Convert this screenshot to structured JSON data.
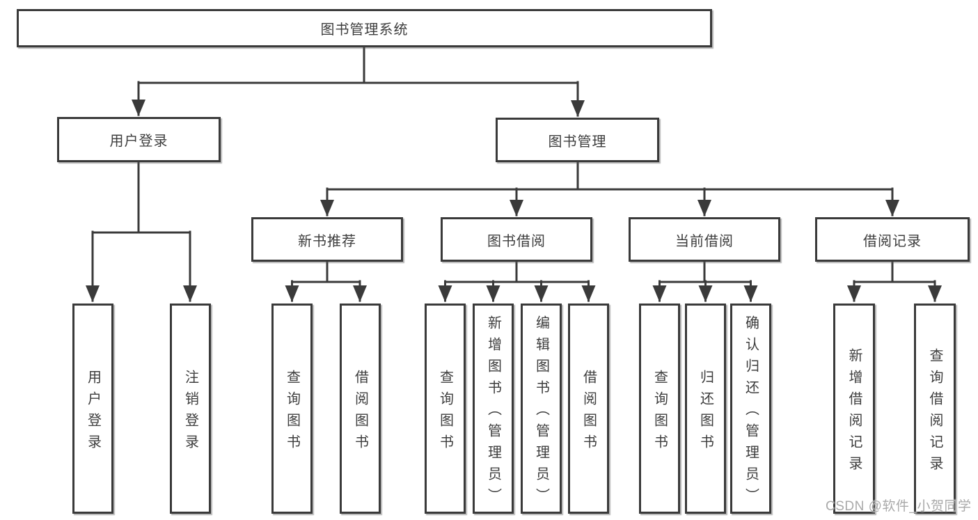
{
  "root": {
    "label": "图书管理系统"
  },
  "user_branch": {
    "label": "用户登录",
    "children": [
      {
        "label": "用户登录"
      },
      {
        "label": "注销登录"
      }
    ]
  },
  "mgmt_branch": {
    "label": "图书管理",
    "children": [
      {
        "label": "新书推荐",
        "children": [
          {
            "label": "查询图书"
          },
          {
            "label": "借阅图书"
          }
        ]
      },
      {
        "label": "图书借阅",
        "children": [
          {
            "label": "查询图书"
          },
          {
            "label": "新增图书（管理员）"
          },
          {
            "label": "编辑图书（管理员）"
          },
          {
            "label": "借阅图书"
          }
        ]
      },
      {
        "label": "当前借阅",
        "children": [
          {
            "label": "查询图书"
          },
          {
            "label": "归还图书"
          },
          {
            "label": "确认归还（管理员）"
          }
        ]
      },
      {
        "label": "借阅记录",
        "children": [
          {
            "label": "新增借阅记录"
          },
          {
            "label": "查询借阅记录"
          }
        ]
      }
    ]
  },
  "watermark": "CSDN @软件_小贺同学",
  "colors": {
    "line": "#3a3a3a",
    "border": "#3a3a3a",
    "text": "#3d3d3d",
    "watermark": "#a9a9a9"
  }
}
